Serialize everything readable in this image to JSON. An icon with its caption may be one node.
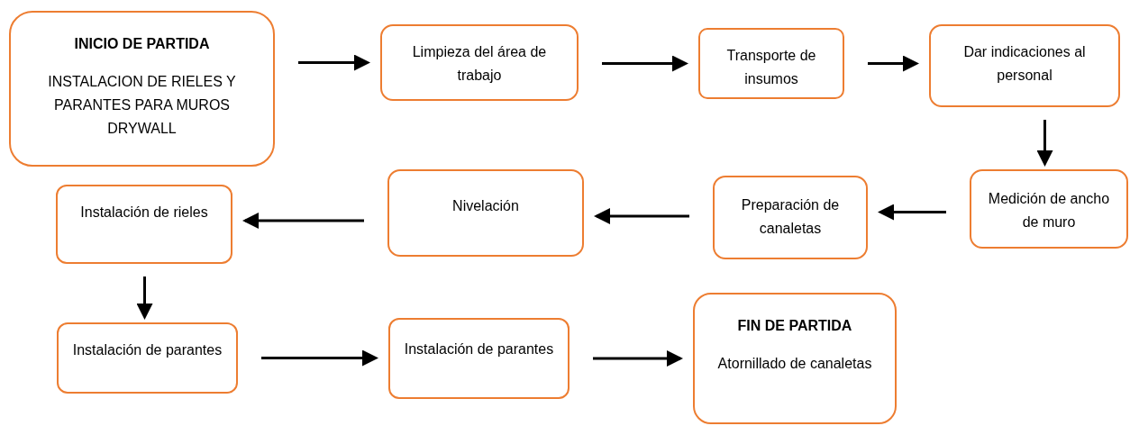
{
  "diagram": {
    "nodes": [
      {
        "text": [
          "INICIO DE PARTIDA",
          "INSTALACION DE RIELES Y PARANTES PARA MUROS DRYWALL"
        ]
      },
      {
        "text": [
          "Limpieza del área de trabajo"
        ]
      },
      {
        "text": [
          "Transporte de insumos"
        ]
      },
      {
        "text": [
          "Dar indicaciones al personal"
        ]
      },
      {
        "text": [
          "Medición de ancho de muro"
        ]
      },
      {
        "text": [
          "Preparación de canaletas"
        ]
      },
      {
        "text": [
          "Nivelación"
        ]
      },
      {
        "text": [
          "Instalación de rieles"
        ]
      },
      {
        "text": [
          "Instalación de parantes"
        ]
      },
      {
        "text": [
          "Instalación de parantes"
        ]
      },
      {
        "text": [
          "FIN DE PARTIDA",
          "Atornillado de canaletas"
        ]
      }
    ],
    "edges": [
      {
        "from": 0,
        "to": 1,
        "arrow": "to"
      },
      {
        "from": 1,
        "to": 2,
        "arrow": "to"
      },
      {
        "from": 2,
        "to": 3,
        "arrow": "to"
      },
      {
        "from": 3,
        "to": 4,
        "arrow": "to"
      },
      {
        "from": 4,
        "to": 5,
        "arrow": "to"
      },
      {
        "from": 5,
        "to": 6,
        "arrow": "to"
      },
      {
        "from": 6,
        "to": 7,
        "arrow": "to"
      },
      {
        "from": 7,
        "to": 8,
        "arrow": "to"
      },
      {
        "from": 8,
        "to": 9,
        "arrow": "to"
      },
      {
        "from": 9,
        "to": 10,
        "arrow": "to"
      }
    ]
  }
}
